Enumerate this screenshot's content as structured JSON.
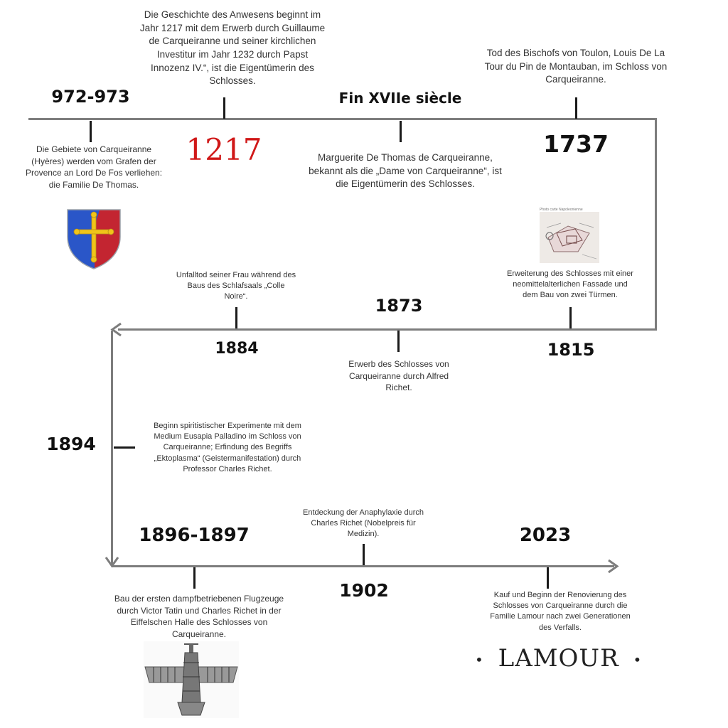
{
  "events": [
    {
      "id": "e972",
      "year": "972-973",
      "text": "Die Gebiete von Carqueiranne (Hyères) werden vom Grafen der Provence an Lord De Fos verliehen: die Familie De Thomas."
    },
    {
      "id": "e1217",
      "year": "1217",
      "text": "Die Geschichte des Anwesens beginnt im Jahr 1217 mit dem Erwerb durch Guillaume de Carqueiranne und seiner kirchlichen Investitur im Jahr 1232 durch Papst Innozenz IV.“, ist die Eigentümerin des Schlosses."
    },
    {
      "id": "e17c",
      "year": "Fin XVIIe siècle",
      "text": "Marguerite De Thomas de Carqueiranne, bekannt als die „Dame von Carqueiranne“, ist die Eigentümerin des Schlosses."
    },
    {
      "id": "e1737",
      "year": "1737",
      "text": "Tod des Bischofs von Toulon, Louis De La Tour du Pin de Montauban, im Schloss von Carqueiranne."
    },
    {
      "id": "e1815",
      "year": "1815",
      "text": "Erweiterung des Schlosses mit einer neomittelalterlichen Fassade und dem Bau von zwei Türmen."
    },
    {
      "id": "e1873",
      "year": "1873",
      "text": "Erwerb des Schlosses von Carqueiranne durch Alfred Richet."
    },
    {
      "id": "e1884",
      "year": "1884",
      "text": "Unfalltod seiner Frau während des Baus des Schlafsaals „Colle Noire“."
    },
    {
      "id": "e1894",
      "year": "1894",
      "text": "Beginn spiritistischer Experimente mit dem Medium Eusapia Palladino im Schloss von Carqueiranne; Erfindung des Begriffs „Ektoplasma“ (Geistermanifestation) durch Professor Charles Richet."
    },
    {
      "id": "e1896",
      "year": "1896-1897",
      "text": "Bau der ersten dampfbetriebenen Flugzeuge durch Victor Tatin und Charles Richet in der Eiffelschen Halle des Schlosses von Carqueiranne."
    },
    {
      "id": "e1902",
      "year": "1902",
      "text": "Entdeckung der Anaphylaxie durch Charles Richet (Nobelpreis für Medizin)."
    },
    {
      "id": "e2023",
      "year": "2023",
      "text": "Kauf und Beginn der Renovierung des Schlosses von Carqueiranne durch die Familie Lamour nach zwei Generationen des Verfalls."
    }
  ],
  "logo": {
    "text": "LAMOUR",
    "bullet": "•"
  },
  "sketch": {
    "caption": "Photo carte Napoleonienne"
  },
  "colors": {
    "line": "#7d7d7d",
    "tick": "#1a1a1a",
    "red_year": "#d01818",
    "shield_blue": "#2a56c8",
    "shield_red": "#d42020",
    "cross_gold": "#f0c419"
  }
}
